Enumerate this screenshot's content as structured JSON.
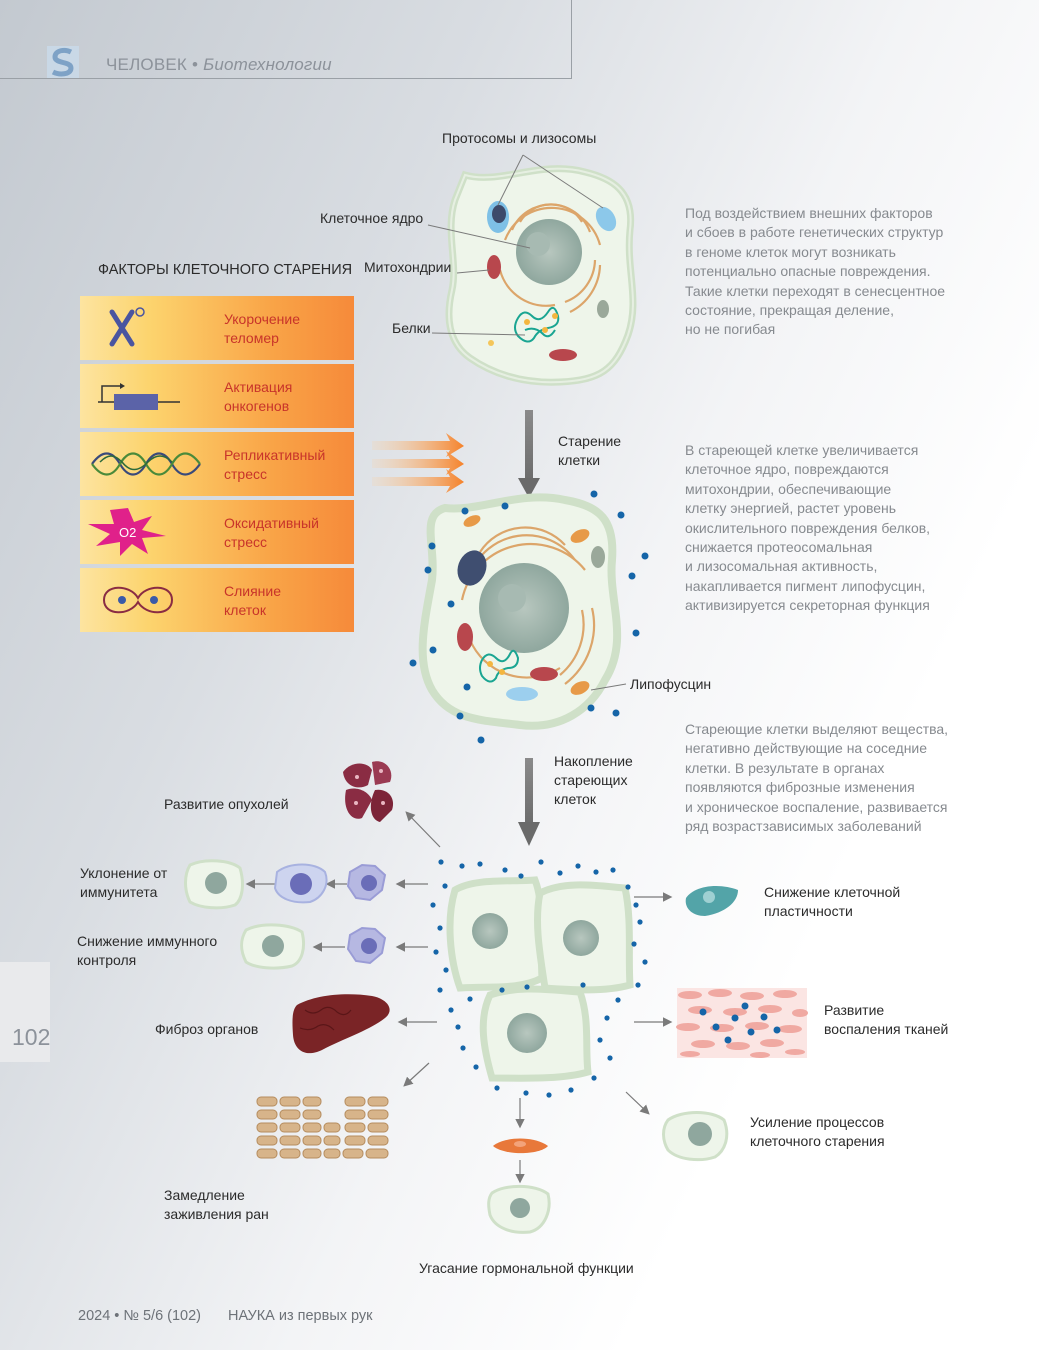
{
  "header": {
    "section": "ЧЕЛОВЕК",
    "separator": "•",
    "rubric": "Биотехнологии"
  },
  "labels": {
    "proteasomes": "Протосомы и лизосомы",
    "nucleus": "Клеточное ядро",
    "mitochondria": "Митохондрии",
    "proteins": "Белки",
    "aging": "Старение\nклетки",
    "lipofuscin": "Липофусцин",
    "accumulation": "Накопление\nстареющих\nклеток"
  },
  "factors": {
    "title": "ФАКТОРЫ КЛЕТОЧНОГО СТАРЕНИЯ",
    "items": [
      {
        "label": "Укорочение\nтеломер",
        "icon": "chromosome-icon"
      },
      {
        "label": "Активация\nонкогенов",
        "icon": "gene-icon"
      },
      {
        "label": "Репликативный\nстресс",
        "icon": "dna-icon"
      },
      {
        "label": "Оксидативный\nстресс",
        "icon": "oxygen-icon",
        "icon_text": "O2"
      },
      {
        "label": "Слияние\nклеток",
        "icon": "cell-fusion-icon"
      }
    ]
  },
  "descriptions": {
    "d1": "Под воздействием внешних факторов\nи сбоев в работе генетических структур\nв геноме клеток могут возникать\nпотенциально опасные повреждения.\nТакие клетки переходят в сенесцентное\nсостояние, прекращая деление,\nно не погибая",
    "d2": "В стареющей клетке увеличивается\nклеточное ядро, повреждаются\nмитохондрии, обеспечивающие\nклетку энергией, растет уровень\nокислительного повреждения белков,\nснижается протеосомальная\nи лизосомальная активность,\nнакапливается пигмент липофусцин,\nактивизируется секреторная функция",
    "d3": "Стареющие клетки выделяют вещества,\nнегативно действующие на соседние\nклетки. В результате в органах\nпоявляются фиброзные изменения\nи хроническое воспаление, развивается\nряд возрастзависимых заболеваний"
  },
  "effects": {
    "tumors": "Развитие опухолей",
    "immune_evasion": "Уклонение от\nиммунитета",
    "immune_control": "Снижение иммунного\nконтроля",
    "fibrosis": "Фиброз органов",
    "wound_healing": "Замедление\nзаживления ран",
    "hormonal": "Угасание гормональной функции",
    "plasticity": "Снижение клеточной\nпластичности",
    "inflammation": "Развитие\nвоспаления тканей",
    "senescence": "Усиление процессов\nклеточного старения"
  },
  "page_number": "102",
  "footer": {
    "issue": "2024 • № 5/6 (102)",
    "magazine": "НАУКА из первых рук"
  },
  "colors": {
    "factor_text": "#c8342a",
    "factor_bg_start": "#fde4a0",
    "factor_bg_end": "#f68a3a",
    "cell_fill": "#eef5ea",
    "secretion_dots": "#1565a8"
  }
}
